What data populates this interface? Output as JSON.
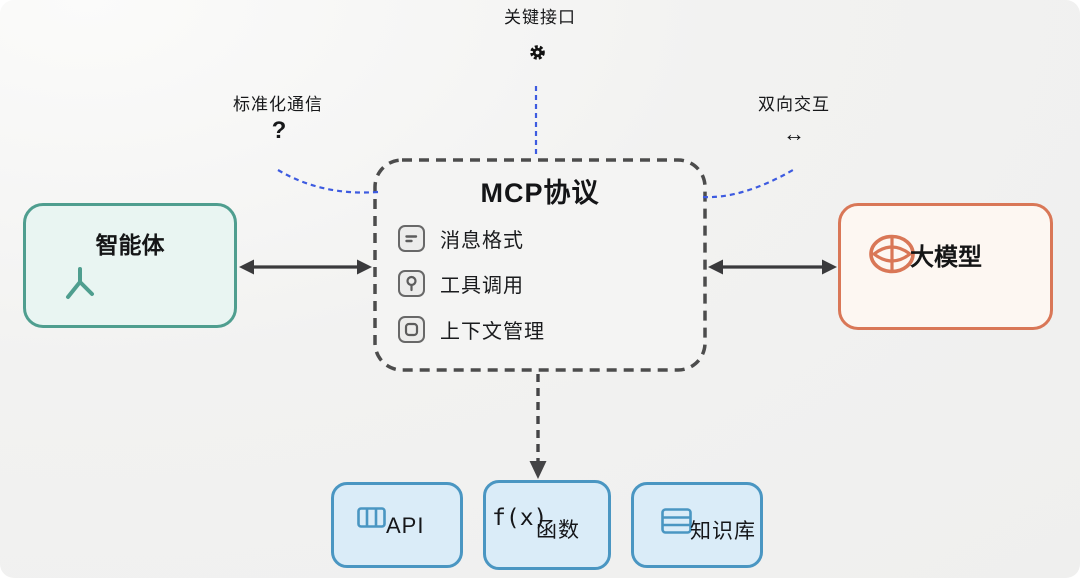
{
  "header_labels": {
    "left": {
      "text": "标准化通信",
      "symbol": "?",
      "icon": null
    },
    "center": {
      "text": "关键接口",
      "symbol": null,
      "icon": "gear-icon"
    },
    "right": {
      "text": "双向交互",
      "symbol": "↔",
      "icon": null
    }
  },
  "agent_box": {
    "title": "智能体",
    "icon": "person-icon"
  },
  "mcp_box": {
    "title": "MCP协议",
    "items": [
      {
        "label": "消息格式",
        "icon": "message-format-icon"
      },
      {
        "label": "工具调用",
        "icon": "tool-call-icon"
      },
      {
        "label": "上下文管理",
        "icon": "context-manage-icon"
      }
    ]
  },
  "model_box": {
    "title": "大模型",
    "icon": "model-eye-icon"
  },
  "resource_boxes": {
    "api": {
      "label": "API",
      "icon": "columns-icon"
    },
    "func": {
      "label": "函数",
      "prefix": "f(x)",
      "icon": null
    },
    "kb": {
      "label": "知识库",
      "icon": "rows-icon"
    }
  },
  "colors": {
    "agent_accent": "#4f9e8f",
    "model_accent": "#d97757",
    "resource_accent": "#4a96c2",
    "connector_blue": "#3d5be0",
    "outline_dark": "#4c4c4c"
  }
}
